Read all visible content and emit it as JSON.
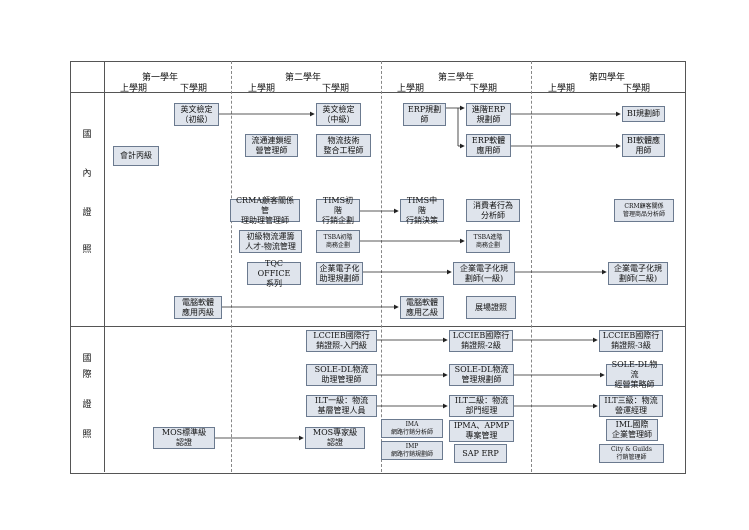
{
  "years": [
    {
      "label": "第一學年",
      "terms": [
        "上學期",
        "下學期"
      ]
    },
    {
      "label": "第二學年",
      "terms": [
        "上學期",
        "下學期"
      ]
    },
    {
      "label": "第三學年",
      "terms": [
        "上學期",
        "下學期"
      ]
    },
    {
      "label": "第四學年",
      "terms": [
        "上學期",
        "下學期"
      ]
    }
  ],
  "sections": {
    "domestic": [
      "國",
      "內",
      "證",
      "照"
    ],
    "international": [
      "國",
      "際",
      "證",
      "照"
    ]
  },
  "boxes": {
    "b1": "英文檢定\n（初級）",
    "b2": "英文檢定\n（中級）",
    "b3": "ERP規劃\n師",
    "b4": "進階ERP\n規劃師",
    "b5": "BI規劃師",
    "b6": "流通連鎖經\n營管理師",
    "b7": "物流技術\n整合工程師",
    "b8": "ERP軟體\n應用師",
    "b9": "BI軟體應\n用師",
    "b10": "會計丙級",
    "b11": "CRMA顧客關係管\n理助理管理師",
    "b12": "TIMS初階\n行銷企劃",
    "b13": "TIMS中階\n行銷決策",
    "b14": "消費者行為\n分析師",
    "b15": "CRM顧客關係\n管理商品分析師",
    "b16": "初級物流運籌\n人才-物流管理",
    "b17": "TSBA初階\n商務企劃",
    "b18": "TSBA進階\n商務企劃",
    "b19": "TQC OFFICE\n系列",
    "b20": "企業電子化\n助理規劃師",
    "b21": "企業電子化規\n劃師(一級)",
    "b22": "企業電子化規\n劃師(二級)",
    "b23": "電腦軟體\n應用丙級",
    "b24": "電腦軟體\n應用乙級",
    "b25": "展場證照",
    "b26": "LCCIEB國際行\n銷證照-入門級",
    "b27": "LCCIEB國際行\n銷證照-2級",
    "b28": "LCCIEB國際行\n銷證照-3級",
    "b29": "SOLE-DL物流\n助理管理師",
    "b30": "SOLE-DL物流\n管理規劃師",
    "b31": "SOLE-DL物流\n經營策略師",
    "b32": "ILT一級：物流\n基層管理人員",
    "b33": "ILT二級：物流\n部門經理",
    "b34": "ILT三級：物流\n營運經理",
    "b35": "IMA\n網路行銷分析師",
    "b36": "IPMA、APMP\n專案管理",
    "b37": "IML國際\n企業管理師",
    "b38": "MOS標準級\n認證",
    "b39": "MOS專家級\n認證",
    "b40": "IMP\n網路行銷規劃師",
    "b41": "SAP ERP",
    "b42": "City & Guilds\n行銷管理師"
  }
}
